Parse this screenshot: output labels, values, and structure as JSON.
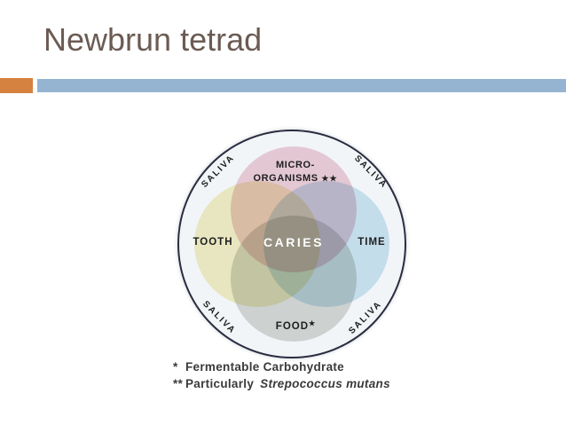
{
  "slide": {
    "title": "Newbrun tetrad",
    "accent": {
      "orange": "#d5813f",
      "blue": "#95b4d2"
    }
  },
  "diagram": {
    "outer_background": "#f2f5f8",
    "center_label": "CARIES",
    "circles": {
      "microorganisms": {
        "line1": "MICRO-",
        "line2": "ORGANISMS",
        "stars": "★★",
        "color": "#f0d0da"
      },
      "tooth": {
        "label": "TOOTH",
        "color": "#f4f0c6"
      },
      "time": {
        "label": "TIME",
        "color": "#cfe6f1"
      },
      "food": {
        "label": "FOOD",
        "star": "★",
        "color": "#d8dad6"
      }
    },
    "saliva": {
      "top_left": "SALIVA",
      "top_right": "SALIVA",
      "bottom_left": "SALIVA",
      "bottom_right": "SALIVA"
    }
  },
  "footnotes": {
    "line1": {
      "marker": "*",
      "text": "Fermentable Carbohydrate"
    },
    "line2": {
      "marker": "**",
      "text": "Particularly",
      "species": "Strepococcus mutans"
    }
  }
}
